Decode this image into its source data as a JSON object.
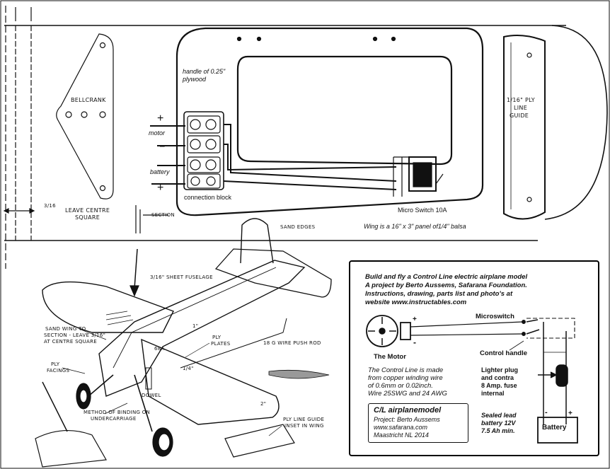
{
  "plan": {
    "bellcrank": "BELLCRANK",
    "handle_note_1": "handle of 0.25\"",
    "handle_note_2": "plywood",
    "motor_label": "motor",
    "battery_label": "battery",
    "plus_sign": "+",
    "minus_sign": "–",
    "connection_block": "connection block",
    "micro_switch": "Micro Switch 10A",
    "wing_note": "Wing is a 16\" x 3\" panel of1/4\" balsa",
    "line_guide_1": "1/16\" PLY",
    "line_guide_2": "LINE",
    "line_guide_3": "GUIDE",
    "dim_3_16": "3/16",
    "leave_centre_1": "LEAVE CENTRE",
    "leave_centre_2": "SQUARE",
    "section": "SECTION"
  },
  "drawing": {
    "sand_edges": "SAND EDGES",
    "sheet_fuselage": "3/16\" SHEET FUSELAGE",
    "sand_wing_1": "SAND WING TO",
    "sand_wing_2": "SECTION - LEAVE 3/16\"",
    "sand_wing_3": "AT CENTRE SQUARE",
    "ply_plates_1": "PLY",
    "ply_plates_2": "PLATES",
    "push_rod": "18 G WIRE PUSH ROD",
    "part_68a": "68A",
    "ply_facings_1": "PLY",
    "ply_facings_2": "FACINGS",
    "dowel": "DOWEL",
    "binding_1": "METHOD OF BINDING ON",
    "binding_2": "UNDERCARRIAGE",
    "ply_guide_1": "PLY LINE GUIDE",
    "ply_guide_2": "INSET IN WING",
    "dim_1": "1\"",
    "dim_1_4": "1/4\"",
    "dim_2": "2\""
  },
  "info": {
    "line1": "Build and fly a Control Line electric airplane model",
    "line2": "A project by Berto Aussems, Safarana Foundation.",
    "line3": "Instructions, drawing, parts list and photo's at",
    "line4": "website www.instructables.com",
    "motor": "The Motor",
    "plus": "+",
    "minus": "-",
    "microswitch": "Microswitch",
    "control_handle": "Control handle",
    "cl_para_1": "The Control Line is made",
    "cl_para_2": "from copper winding wire",
    "cl_para_3": "of 0.6mm or 0.02inch.",
    "cl_para_4": "Wire 25SWG and 24 AWG",
    "lighter_1": "Lighter plug",
    "lighter_2": "and contra",
    "lighter_3": "8 Amp. fuse",
    "lighter_4": "internal",
    "sealed_1": "Sealed lead",
    "sealed_2": "battery 12V",
    "sealed_3": "7.5 Ah min.",
    "battery": "Battery",
    "bat_minus": "-",
    "bat_plus": "+",
    "title_box": "C/L airplanemodel",
    "project_1": "Project: Berto Aussems",
    "project_2": "www.safarana.com",
    "project_3": "Maastricht NL 2014"
  }
}
